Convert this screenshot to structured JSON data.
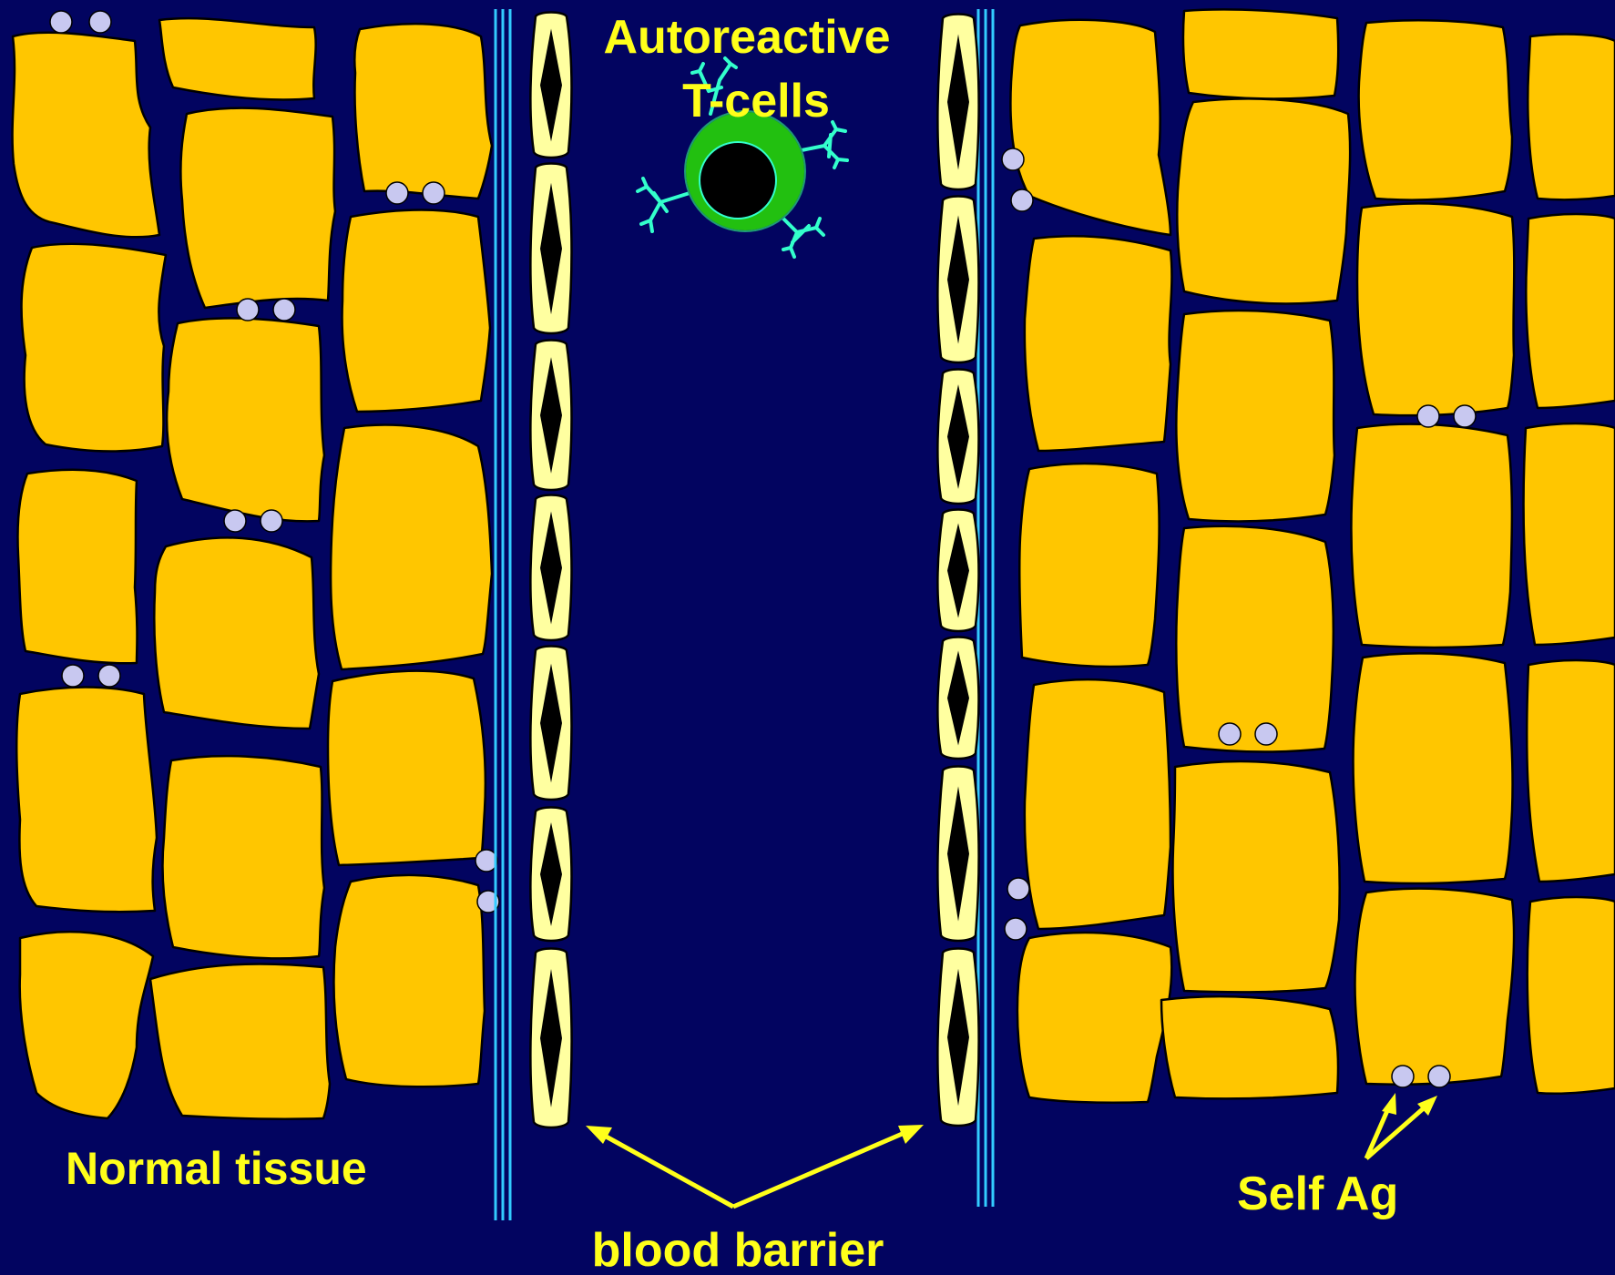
{
  "labels": {
    "autoreactive_line1": "Autoreactive",
    "autoreactive_line2": "T-cells",
    "normal_tissue": "Normal tissue",
    "blood_barrier": "blood barrier",
    "self_ag": "Self Ag"
  },
  "colors": {
    "background": "#020460",
    "tissue_cell": "#ffc600",
    "endothelial_cell": "#ffffa0",
    "endothelial_nucleus": "#000000",
    "vessel_wall": "#33ccff",
    "self_antigen": "#c8c8f0",
    "t_cell": "#22c010",
    "tcr_receptor": "#33ffcc",
    "label_text": "#ffff1a"
  }
}
